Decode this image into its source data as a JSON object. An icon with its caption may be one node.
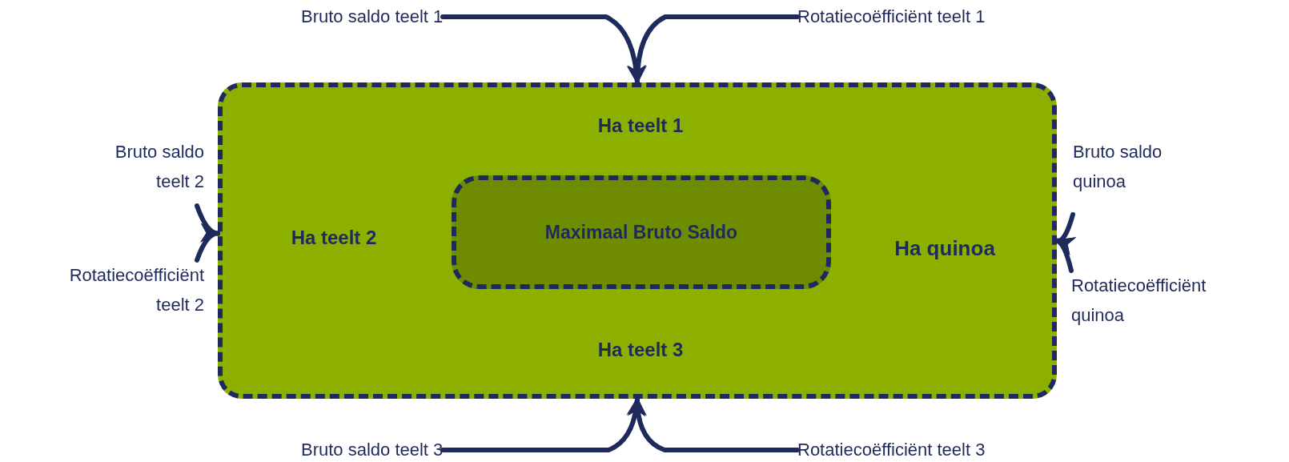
{
  "diagram": {
    "nodes": [
      {
        "text": [
          "Ha teelt 1",
          "Ha teelt 2",
          "Ha quinoa",
          "Ha teelt 3"
        ]
      },
      {
        "text": [
          "Maximaal Bruto Saldo"
        ],
        "in": 0
      },
      {
        "text": [
          "Bruto saldo teelt 1"
        ]
      },
      {
        "text": [
          "Rotatiecoëfficiënt teelt 1"
        ]
      },
      {
        "text": [
          "Bruto saldo teelt 2"
        ]
      },
      {
        "text": [
          "Rotatiecoëfficiënt teelt 2"
        ]
      },
      {
        "text": [
          "Bruto saldo quinoa"
        ]
      },
      {
        "text": [
          "Rotatiecoëfficiënt quinoa"
        ]
      },
      {
        "text": [
          "Bruto saldo teelt 3"
        ]
      },
      {
        "text": [
          "Rotatiecoëfficiënt teelt 3"
        ]
      }
    ],
    "edges": [
      {
        "from": 2,
        "to": 0,
        "arrow": "to"
      },
      {
        "from": 3,
        "to": 0,
        "arrow": "to"
      },
      {
        "from": 4,
        "to": 0,
        "arrow": "to"
      },
      {
        "from": 5,
        "to": 0,
        "arrow": "to"
      },
      {
        "from": 6,
        "to": 0,
        "arrow": "to"
      },
      {
        "from": 7,
        "to": 0,
        "arrow": "to"
      },
      {
        "from": 8,
        "to": 0,
        "arrow": "to"
      },
      {
        "from": 9,
        "to": 0,
        "arrow": "to"
      }
    ]
  }
}
